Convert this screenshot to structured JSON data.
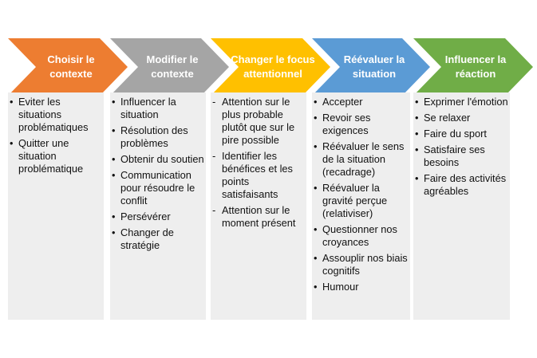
{
  "colors": {
    "choisir": "#ED7D31",
    "modifier": "#A5A5A5",
    "changer": "#FFC000",
    "reevaluer": "#5B9BD5",
    "influencer": "#70AD47",
    "panel": "#EEEEEE"
  },
  "steps": [
    {
      "title": "Choisir le contexte",
      "marker": "•",
      "items": [
        "Eviter les situations problématiques",
        "Quitter une situation problématique"
      ]
    },
    {
      "title": "Modifier le contexte",
      "marker": "•",
      "items": [
        "Influencer la situation",
        "Résolution des problèmes",
        "Obtenir du soutien",
        "Communication pour résoudre le conflit",
        "Persévérer",
        "Changer de stratégie"
      ]
    },
    {
      "title": "Changer le focus attentionnel",
      "marker": "-",
      "items": [
        "Attention sur le plus probable plutôt que sur le pire possible",
        "Identifier les bénéfices et les points satisfaisants",
        "Attention sur le moment présent"
      ]
    },
    {
      "title": "Réévaluer la situation",
      "marker": "•",
      "items": [
        "Accepter",
        "Revoir ses exigences",
        "Réévaluer le sens de la situation (recadrage)",
        "Réévaluer la gravité perçue (relativiser)",
        "Questionner nos croyances",
        "Assouplir nos biais cognitifs",
        "Humour"
      ]
    },
    {
      "title": "Influencer la réaction",
      "marker": "•",
      "items": [
        "Exprimer l'émotion",
        "Se relaxer",
        "Faire du sport",
        "Satisfaire ses besoins",
        "Faire des activités agréables"
      ]
    }
  ]
}
